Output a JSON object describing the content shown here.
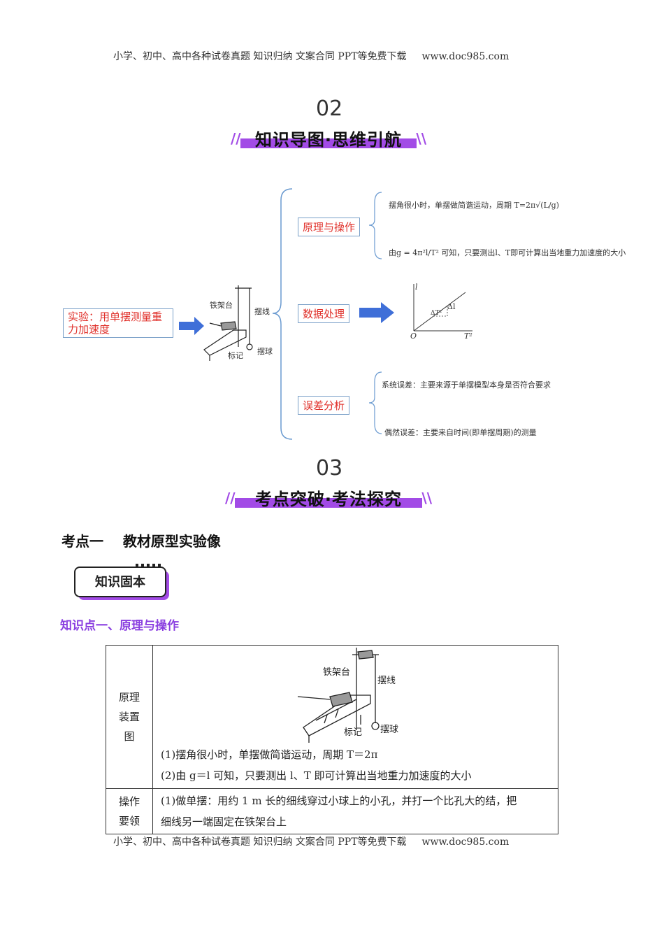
{
  "header": {
    "text": "小学、初中、高中各种试卷真题  知识归纳  文案合同  PPT等免费下载",
    "url": "www.doc985.com"
  },
  "footer": {
    "text": "小学、初中、高中各种试卷真题  知识归纳  文案合同  PPT等免费下载",
    "url": "www.doc985.com"
  },
  "section2": {
    "num": "02",
    "title": "知识导图·思维引航"
  },
  "mindmap": {
    "root": "实验：用单摆测量重力加速度",
    "apparatus": {
      "tie_jia_tai": "铁架台",
      "bai_xian": "摆线",
      "biao_ji": "标记",
      "bai_qiu": "摆球"
    },
    "branches": [
      {
        "label": "原理与操作",
        "items": [
          "摆角很小时，单摆做简谐运动，周期 T=2π√(L/g)",
          "由g = 4π²l/T² 可知，只要测出l、T即可计算出当地重力加速度的大小"
        ]
      },
      {
        "label": "数据处理",
        "graph": {
          "y": "l",
          "x": "T²",
          "origin": "O",
          "dl": "Δl",
          "dt": "ΔT²"
        }
      },
      {
        "label": "误差分析",
        "items": [
          "系统误差：主要来源于单摆模型本身是否符合要求",
          "偶然误差：主要来自时间(即单摆周期)的测量"
        ]
      }
    ]
  },
  "section3": {
    "num": "03",
    "title": "考点突破·考法探究"
  },
  "kaodian": "考点一    教材原型实验像",
  "badge": "知识固本",
  "kp1": "知识点一、原理与操作",
  "table": {
    "row1_label": "原理装置图",
    "row1_label_lines": [
      "原理",
      "装置",
      "图"
    ],
    "row1_lines": [
      "(1)摆角很小时，单摆做简谐运动，周期 T＝2π",
      "(2)由 g＝l 可知，只要测出 l、T 即可计算出当地重力加速度的大小"
    ],
    "row2_label_lines": [
      "操作",
      "要领"
    ],
    "row2_lines": [
      "(1)做单摆：用约 1 m 长的细线穿过小球上的小孔，并打一个比孔大的结，把",
      "细线另一端固定在铁架台上"
    ]
  }
}
